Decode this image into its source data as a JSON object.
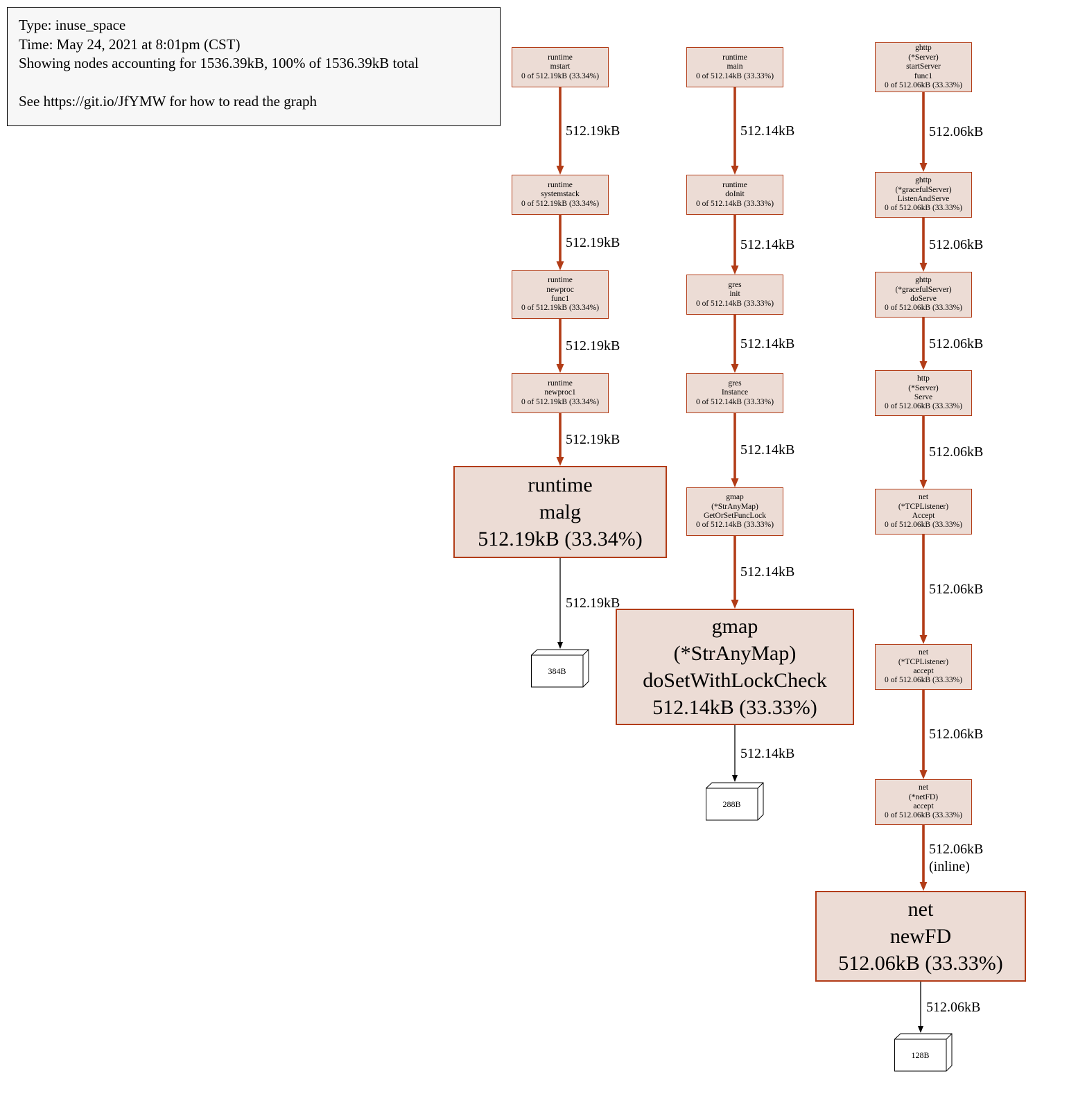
{
  "legend": {
    "lines": [
      "Type: inuse_space",
      "Time: May 24, 2021 at 8:01pm (CST)",
      "Showing nodes accounting for 1536.39kB, 100% of 1536.39kB total",
      "",
      "See https://git.io/JfYMW for how to read the graph"
    ]
  },
  "colors": {
    "node_fill": "#ecdcd5",
    "node_border": "#b23c17",
    "edge": "#b23c17",
    "terminal_edge": "#000000",
    "legend_background": "#f7f7f7"
  },
  "graph": {
    "nodes": [
      {
        "id": "runtime-mstart",
        "shape": "box",
        "size": "small",
        "lines": [
          "runtime",
          "mstart",
          "0 of 512.19kB (33.34%)"
        ]
      },
      {
        "id": "runtime-systemstack",
        "shape": "box",
        "size": "small",
        "lines": [
          "runtime",
          "systemstack",
          "0 of 512.19kB (33.34%)"
        ]
      },
      {
        "id": "runtime-newproc-func1",
        "shape": "box",
        "size": "small",
        "lines": [
          "runtime",
          "newproc",
          "func1",
          "0 of 512.19kB (33.34%)"
        ]
      },
      {
        "id": "runtime-newproc1",
        "shape": "box",
        "size": "small",
        "lines": [
          "runtime",
          "newproc1",
          "0 of 512.19kB (33.34%)"
        ]
      },
      {
        "id": "runtime-malg",
        "shape": "box",
        "size": "large",
        "lines": [
          "runtime",
          "malg",
          "512.19kB (33.34%)"
        ]
      },
      {
        "id": "mem-384b",
        "shape": "box3d",
        "size": "terminal",
        "lines": [
          "384B"
        ]
      },
      {
        "id": "runtime-main",
        "shape": "box",
        "size": "small",
        "lines": [
          "runtime",
          "main",
          "0 of 512.14kB (33.33%)"
        ]
      },
      {
        "id": "runtime-doinit",
        "shape": "box",
        "size": "small",
        "lines": [
          "runtime",
          "doInit",
          "0 of 512.14kB (33.33%)"
        ]
      },
      {
        "id": "gres-init",
        "shape": "box",
        "size": "small",
        "lines": [
          "gres",
          "init",
          "0 of 512.14kB (33.33%)"
        ]
      },
      {
        "id": "gres-instance",
        "shape": "box",
        "size": "small",
        "lines": [
          "gres",
          "Instance",
          "0 of 512.14kB (33.33%)"
        ]
      },
      {
        "id": "gmap-getorsetfunclock",
        "shape": "box",
        "size": "small",
        "lines": [
          "gmap",
          "(*StrAnyMap)",
          "GetOrSetFuncLock",
          "0 of 512.14kB (33.33%)"
        ]
      },
      {
        "id": "gmap-dosetwithlockcheck",
        "shape": "box",
        "size": "large",
        "lines": [
          "gmap",
          "(*StrAnyMap)",
          "doSetWithLockCheck",
          "512.14kB (33.33%)"
        ]
      },
      {
        "id": "mem-288b",
        "shape": "box3d",
        "size": "terminal",
        "lines": [
          "288B"
        ]
      },
      {
        "id": "ghttp-startserver-func1",
        "shape": "box",
        "size": "small",
        "lines": [
          "ghttp",
          "(*Server)",
          "startServer",
          "func1",
          "0 of 512.06kB (33.33%)"
        ]
      },
      {
        "id": "ghttp-listenandserve",
        "shape": "box",
        "size": "small",
        "lines": [
          "ghttp",
          "(*gracefulServer)",
          "ListenAndServe",
          "0 of 512.06kB (33.33%)"
        ]
      },
      {
        "id": "ghttp-doserve",
        "shape": "box",
        "size": "small",
        "lines": [
          "ghttp",
          "(*gracefulServer)",
          "doServe",
          "0 of 512.06kB (33.33%)"
        ]
      },
      {
        "id": "http-serve",
        "shape": "box",
        "size": "small",
        "lines": [
          "http",
          "(*Server)",
          "Serve",
          "0 of 512.06kB (33.33%)"
        ]
      },
      {
        "id": "net-tcplistener-accept-exported",
        "shape": "box",
        "size": "small",
        "lines": [
          "net",
          "(*TCPListener)",
          "Accept",
          "0 of 512.06kB (33.33%)"
        ]
      },
      {
        "id": "net-tcplistener-accept",
        "shape": "box",
        "size": "small",
        "lines": [
          "net",
          "(*TCPListener)",
          "accept",
          "0 of 512.06kB (33.33%)"
        ]
      },
      {
        "id": "net-netfd-accept",
        "shape": "box",
        "size": "small",
        "lines": [
          "net",
          "(*netFD)",
          "accept",
          "0 of 512.06kB (33.33%)"
        ]
      },
      {
        "id": "net-newfd",
        "shape": "box",
        "size": "large",
        "lines": [
          "net",
          "newFD",
          "512.06kB (33.33%)"
        ]
      },
      {
        "id": "mem-128b",
        "shape": "box3d",
        "size": "terminal",
        "lines": [
          "128B"
        ]
      }
    ],
    "edges": [
      {
        "from": "runtime-mstart",
        "to": "runtime-systemstack",
        "label": "512.19kB"
      },
      {
        "from": "runtime-systemstack",
        "to": "runtime-newproc-func1",
        "label": "512.19kB"
      },
      {
        "from": "runtime-newproc-func1",
        "to": "runtime-newproc1",
        "label": "512.19kB"
      },
      {
        "from": "runtime-newproc1",
        "to": "runtime-malg",
        "label": "512.19kB"
      },
      {
        "from": "runtime-malg",
        "to": "mem-384b",
        "label": "512.19kB"
      },
      {
        "from": "runtime-main",
        "to": "runtime-doinit",
        "label": "512.14kB"
      },
      {
        "from": "runtime-doinit",
        "to": "gres-init",
        "label": "512.14kB"
      },
      {
        "from": "gres-init",
        "to": "gres-instance",
        "label": "512.14kB"
      },
      {
        "from": "gres-instance",
        "to": "gmap-getorsetfunclock",
        "label": "512.14kB"
      },
      {
        "from": "gmap-getorsetfunclock",
        "to": "gmap-dosetwithlockcheck",
        "label": "512.14kB"
      },
      {
        "from": "gmap-dosetwithlockcheck",
        "to": "mem-288b",
        "label": "512.14kB"
      },
      {
        "from": "ghttp-startserver-func1",
        "to": "ghttp-listenandserve",
        "label": "512.06kB"
      },
      {
        "from": "ghttp-listenandserve",
        "to": "ghttp-doserve",
        "label": "512.06kB"
      },
      {
        "from": "ghttp-doserve",
        "to": "http-serve",
        "label": "512.06kB"
      },
      {
        "from": "http-serve",
        "to": "net-tcplistener-accept-exported",
        "label": "512.06kB"
      },
      {
        "from": "net-tcplistener-accept-exported",
        "to": "net-tcplistener-accept",
        "label": "512.06kB"
      },
      {
        "from": "net-tcplistener-accept",
        "to": "net-netfd-accept",
        "label": "512.06kB"
      },
      {
        "from": "net-netfd-accept",
        "to": "net-newfd",
        "label": "512.06kB",
        "label2": "(inline)"
      },
      {
        "from": "net-newfd",
        "to": "mem-128b",
        "label": "512.06kB"
      }
    ]
  }
}
